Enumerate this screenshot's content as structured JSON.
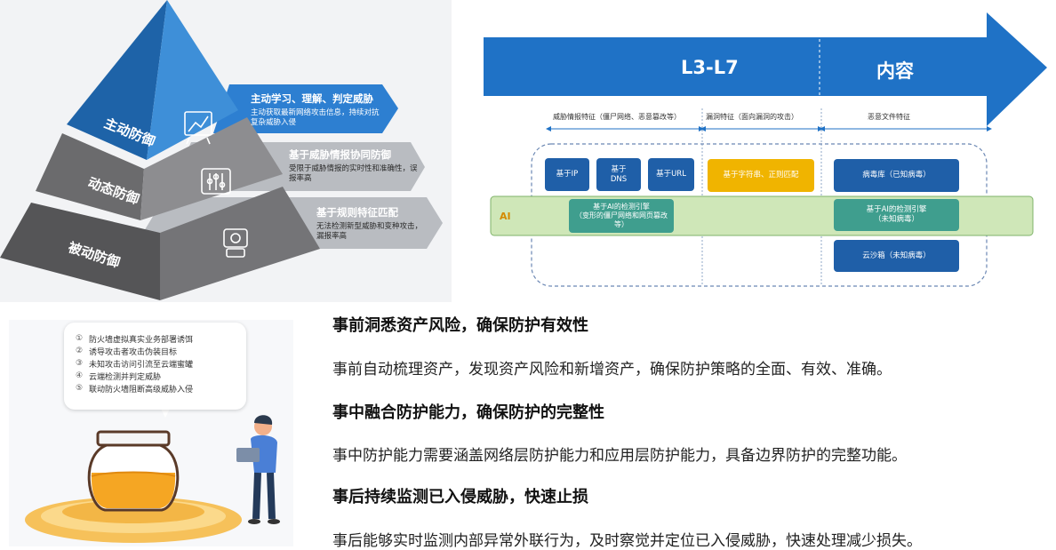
{
  "pyramid": {
    "levels": {
      "top": "主动防御",
      "middle": "动态防御",
      "bottom": "被动防御"
    },
    "items": [
      {
        "title": "主动学习、理解、判定威胁",
        "desc": "主动获取最新网络攻击信息，持续对抗复杂威胁入侵",
        "icon": "chart-icon"
      },
      {
        "title": "基于威胁情报协同防御",
        "desc": "受限于威胁情报的实时性和准确性，误报率高",
        "icon": "sliders-icon"
      },
      {
        "title": "基于规则特征匹配",
        "desc": "无法检测新型威胁和变种攻击，漏报率高",
        "icon": "camera-icon"
      }
    ],
    "colors": {
      "top": "#2474c4",
      "middle": "#7d7d7f",
      "bottom": "#5e5e60",
      "banner_top": "#2d7fd1",
      "banner_mid": "#b9bcc1",
      "banner_bot": "#b9bcc1"
    }
  },
  "features": {
    "arrow": {
      "left_label": "L3-L7",
      "right_label": "内容",
      "color": "#1f72c6"
    },
    "sections": [
      "威胁情报特征（僵尸网络、恶意篡改等）",
      "漏洞特征（面向漏洞的攻击）",
      "恶意文件特征"
    ],
    "ai_label": "AI",
    "chips": {
      "ip": "基于IP",
      "dns": "基于\nDNS",
      "url": "基于URL",
      "string": "基于字符串、正则匹配",
      "virus": "病毒库（已知病毒）",
      "ai_web": "基于AI的检测引擎\n（变形的僵尸网络和网页篡改等）",
      "ai_virus": "基于AI的检测引擎\n（未知病毒）",
      "sandbox": "云沙箱（未知病毒）"
    }
  },
  "bubble": {
    "items": [
      {
        "num": "①",
        "text": "防火墙虚拟真实业务部署诱饵"
      },
      {
        "num": "②",
        "text": "诱导攻击者攻击伪装目标"
      },
      {
        "num": "③",
        "text": "未知攻击访问引流至云端蜜罐"
      },
      {
        "num": "④",
        "text": "云端检测并判定威胁"
      },
      {
        "num": "⑤",
        "text": "联动防火墙阻断高级威胁入侵"
      }
    ]
  },
  "text": {
    "h1": "事前洞悉资产风险，确保防护有效性",
    "p1": "事前自动梳理资产，发现资产风险和新增资产，确保防护策略的全面、有效、准确。",
    "h2": "事中融合防护能力，确保防护的完整性",
    "p2": "事中防护能力需要涵盖网络层防护能力和应用层防护能力，具备边界防护的完整功能。",
    "h3": "事后持续监测已入侵威胁，快速止损",
    "p3": "事后能够实时监测内部异常外联行为，及时察觉并定位已入侵威胁，快速处理减少损失。"
  }
}
